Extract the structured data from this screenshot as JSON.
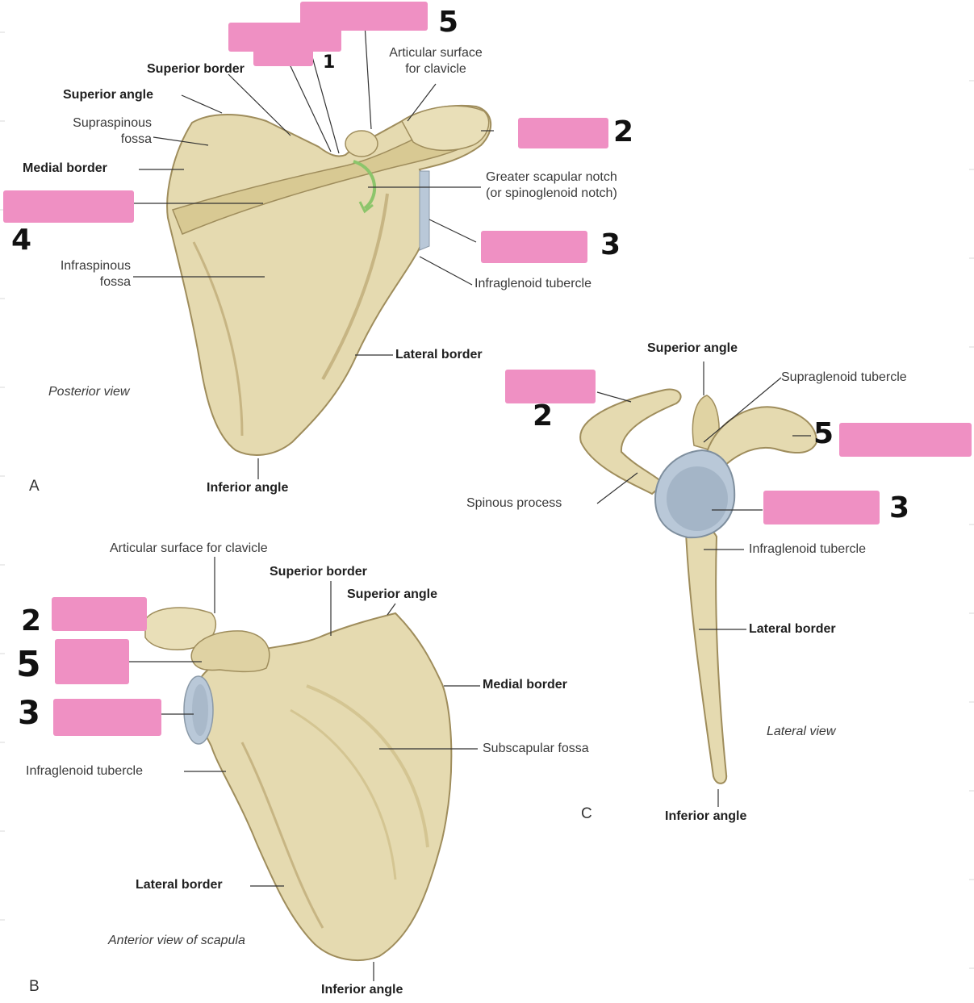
{
  "colors": {
    "bone": "#e5dab0",
    "bone_shadow": "#c7b583",
    "bone_outline": "#9f8d5c",
    "glenoid": "#b9c8d8",
    "mask": "#ef90c3",
    "leader": "#333333",
    "arrow": "#8cc56b"
  },
  "panels": {
    "a": "A",
    "b": "B",
    "c": "C"
  },
  "view_captions": {
    "posterior": "Posterior view",
    "anterior": "Anterior view of scapula",
    "lateral": "Lateral view"
  },
  "labels_a": {
    "superior_border": "Superior border",
    "superior_angle": "Superior angle",
    "supraspinous_fossa": "Supraspinous\nfossa",
    "medial_border": "Medial border",
    "infraspinous_fossa": "Infraspinous\nfossa",
    "articular_surface_clavicle": "Articular surface\nfor clavicle",
    "greater_scapular_notch": "Greater scapular notch\n(or spinoglenoid notch)",
    "infraglenoid_tubercle": "Infraglenoid tubercle",
    "lateral_border": "Lateral border",
    "inferior_angle": "Inferior angle"
  },
  "labels_b": {
    "articular_surface_clavicle": "Articular surface for clavicle",
    "superior_border": "Superior border",
    "superior_angle": "Superior angle",
    "medial_border": "Medial border",
    "subscapular_fossa": "Subscapular fossa",
    "infraglenoid_tubercle": "Infraglenoid tubercle",
    "lateral_border": "Lateral border",
    "inferior_angle": "Inferior angle"
  },
  "labels_c": {
    "superior_angle": "Superior angle",
    "supraglenoid_tubercle": "Supraglenoid tubercle",
    "spinous_process": "Spinous process",
    "infraglenoid_tubercle": "Infraglenoid tubercle",
    "lateral_border": "Lateral border",
    "inferior_angle": "Inferior angle"
  },
  "handwritten": {
    "a_top": "5",
    "a_top_small": "1",
    "a_right_upper": "2",
    "a_left": "4",
    "a_right_lower": "3",
    "c_acromion": "2",
    "c_coracoid": "5",
    "c_glenoid": "3",
    "b_acromion": "2",
    "b_coracoid": "5",
    "b_glenoid": "3"
  }
}
